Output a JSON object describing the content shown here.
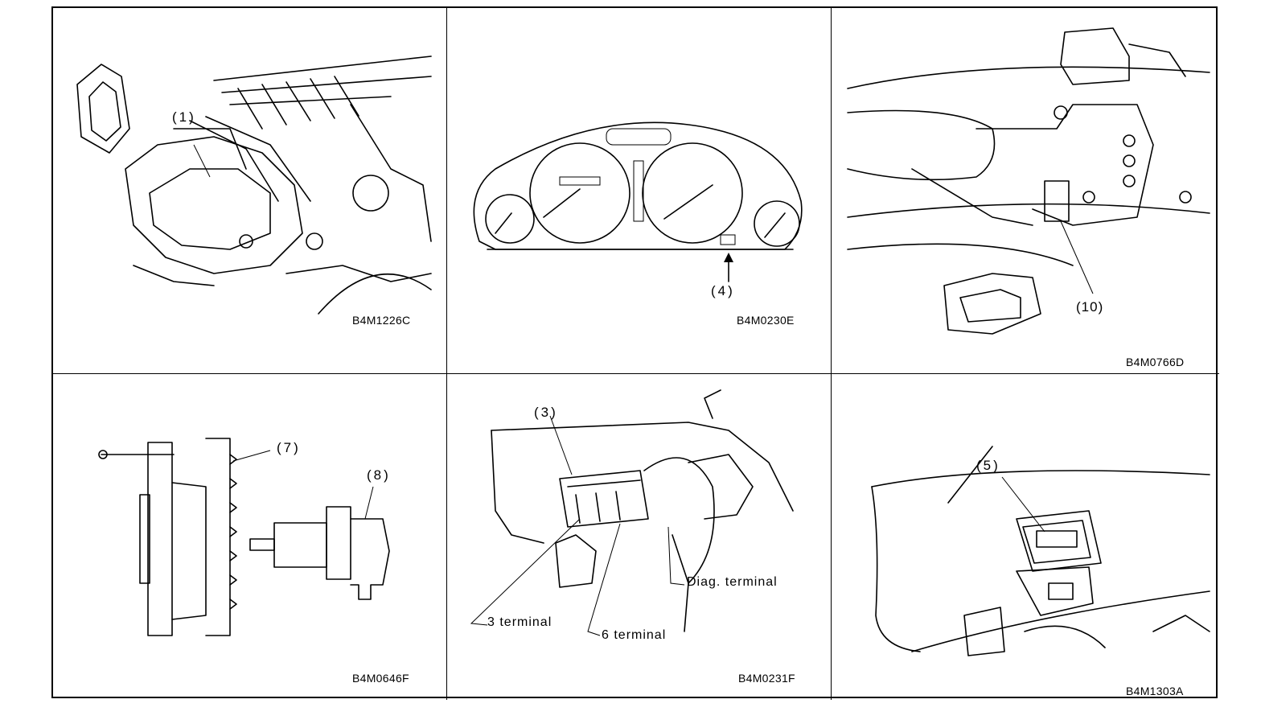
{
  "panels": [
    {
      "code": "B4M1226C",
      "callouts": [
        "(1)"
      ]
    },
    {
      "code": "B4M0230E",
      "callouts": [
        "(4)"
      ]
    },
    {
      "code": "B4M0766D",
      "callouts": [
        "(10)"
      ]
    },
    {
      "code": "B4M0646F",
      "callouts": [
        "(7)",
        "(8)"
      ]
    },
    {
      "code": "B4M0231F",
      "callouts": [
        "(3)"
      ],
      "labels": [
        "Diag. terminal",
        "3 terminal",
        "6 terminal"
      ]
    },
    {
      "code": "B4M1303A",
      "callouts": [
        "(5)"
      ]
    }
  ]
}
